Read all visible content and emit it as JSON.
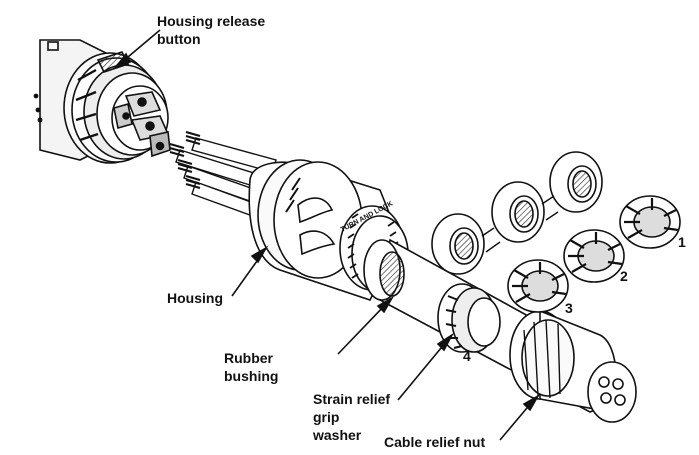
{
  "labels": {
    "housing_release_line1": "Housing release",
    "housing_release_line2": "button",
    "housing": "Housing",
    "rubber_bushing_line1": "Rubber",
    "rubber_bushing_line2": "bushing",
    "strain_relief_line1": "Strain relief",
    "strain_relief_line2": "grip",
    "strain_relief_line3": "washer",
    "cable_relief_nut": "Cable relief nut"
  },
  "numbers": {
    "n1": "1",
    "n2": "2",
    "n3": "3",
    "n4": "4"
  },
  "housing_text": "TURN AND LOCK"
}
